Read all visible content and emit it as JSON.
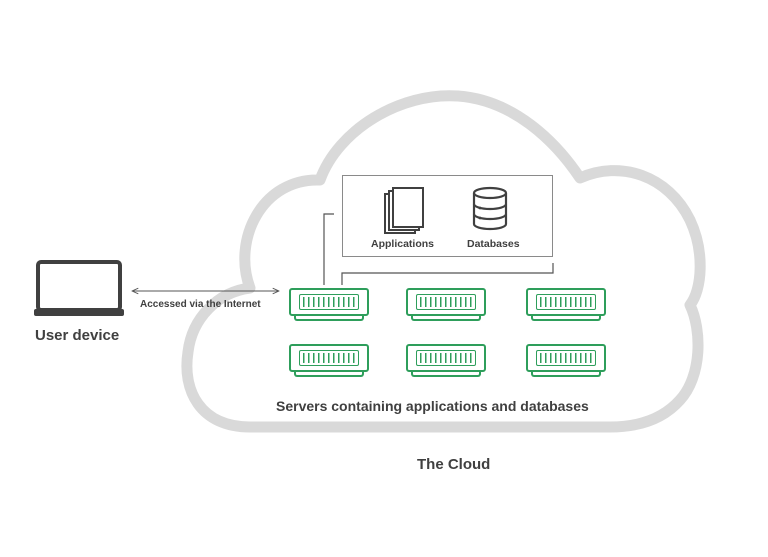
{
  "labels": {
    "user_device": "User device",
    "access": "Accessed via the Internet",
    "applications": "Applications",
    "databases": "Databases",
    "servers_caption": "Servers containing applications and databases",
    "cloud": "The Cloud"
  },
  "servers": [
    {
      "row": 1,
      "col": 1
    },
    {
      "row": 1,
      "col": 2
    },
    {
      "row": 1,
      "col": 3
    },
    {
      "row": 2,
      "col": 1
    },
    {
      "row": 2,
      "col": 2
    },
    {
      "row": 2,
      "col": 3
    }
  ],
  "icons": [
    "laptop-icon",
    "documents-icon",
    "database-icon",
    "server-icon"
  ],
  "colors": {
    "server": "#2e9e5b",
    "cloud_outline": "#d9d9d9",
    "text": "#404040",
    "line": "#555555"
  }
}
